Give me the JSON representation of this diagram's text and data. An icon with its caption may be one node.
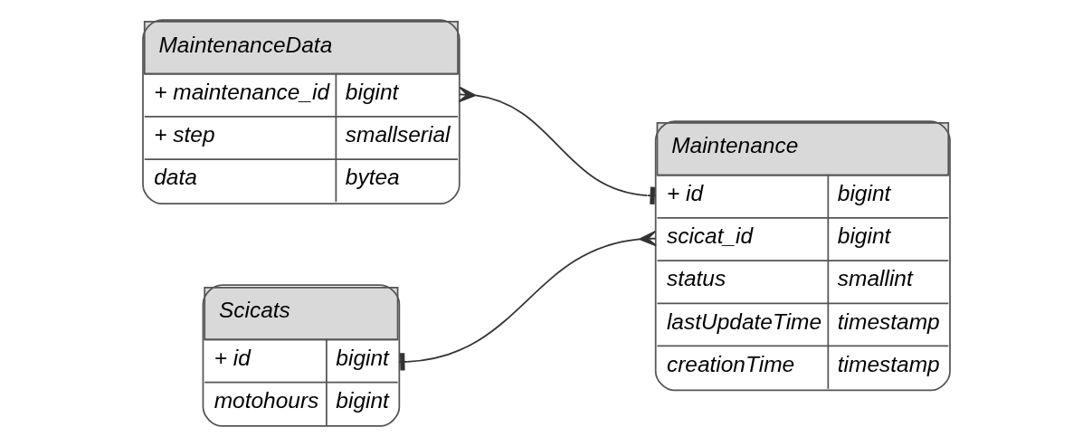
{
  "diagram": {
    "nodes": [
      {
        "text": [
          "MaintenanceData",
          "+ maintenance_id",
          "bigint",
          "+ step",
          "smallserial",
          "data",
          "bytea"
        ]
      },
      {
        "text": [
          "Maintenance",
          "+ id",
          "bigint",
          "scicat_id",
          "bigint",
          "status",
          "smallint",
          "lastUpdateTime",
          "timestamp",
          "creationTime",
          "timestamp"
        ]
      },
      {
        "text": [
          "Scicats",
          "+ id",
          "bigint",
          "motohours",
          "bigint"
        ]
      }
    ],
    "edges": [
      {
        "from": 0,
        "to": 1,
        "arrow": "other"
      },
      {
        "from": 1,
        "to": 2,
        "arrow": "other"
      }
    ]
  }
}
